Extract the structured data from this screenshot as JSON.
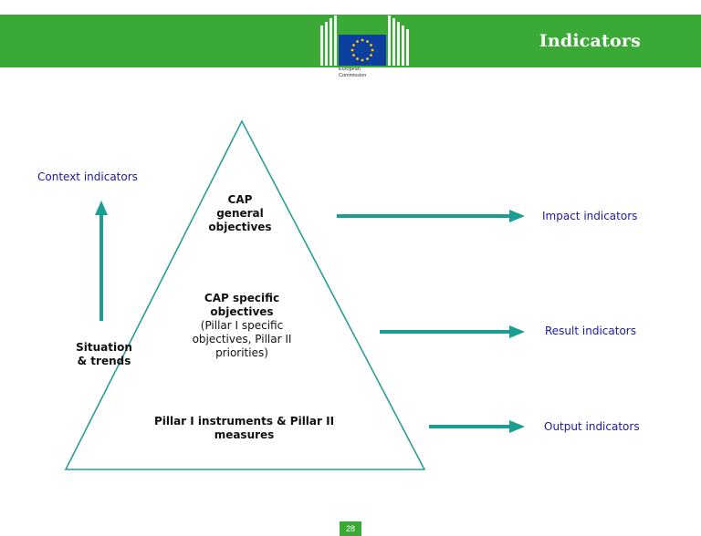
{
  "header": {
    "title": "Indicators",
    "logo": {
      "name": "european-commission-logo",
      "caption_line1": "European",
      "caption_line2": "Commission"
    }
  },
  "colors": {
    "header_green": "#3aa935",
    "arrow_teal": "#1a9d92",
    "pyramid_teal": "#2a9d96",
    "label_blue": "#1a1aa6",
    "eu_flag_blue": "#0d3f9f",
    "eu_star_yellow": "#ffcc00"
  },
  "diagram": {
    "context_label": "Context indicators",
    "situation_line1": "Situation",
    "situation_line2": "& trends",
    "general": {
      "line1": "CAP",
      "line2": "general",
      "line3": "objectives"
    },
    "specific": {
      "line1": "CAP specific",
      "line2": "objectives",
      "line3": "(Pillar I specific",
      "line4": "objectives, Pillar II",
      "line5": "priorities)"
    },
    "instruments": {
      "line1": "Pillar I instruments  & Pillar II",
      "line2": "measures"
    },
    "impact_label": "Impact indicators",
    "result_label": "Result indicators",
    "output_label": "Output indicators"
  },
  "footer": {
    "page_number": "28"
  }
}
